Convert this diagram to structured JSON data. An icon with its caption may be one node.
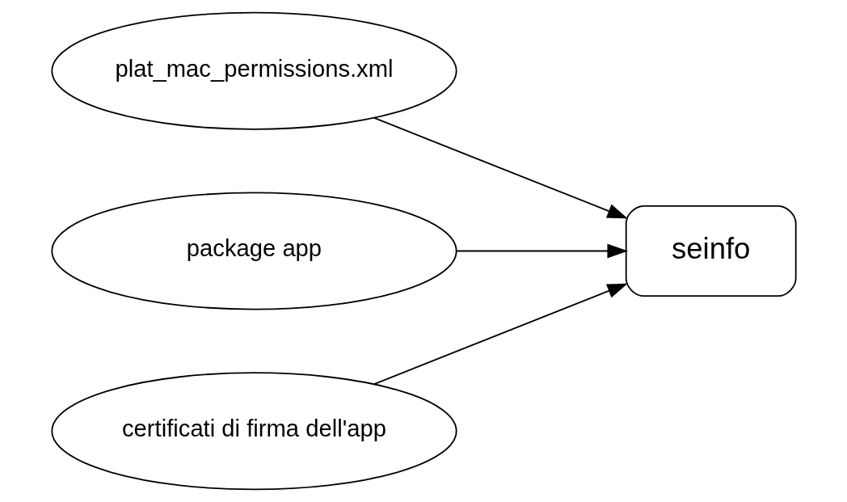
{
  "diagram": {
    "nodes": [
      {
        "text": [
          "plat_mac_permissions.xml"
        ]
      },
      {
        "text": [
          "package app"
        ]
      },
      {
        "text": [
          "certificati di firma dell'app"
        ]
      },
      {
        "text": [
          "seinfo"
        ]
      }
    ],
    "edges": [
      {
        "from": 0,
        "to": 3,
        "arrow": "to"
      },
      {
        "from": 1,
        "to": 3,
        "arrow": "to"
      },
      {
        "from": 2,
        "to": 3,
        "arrow": "to"
      }
    ]
  }
}
